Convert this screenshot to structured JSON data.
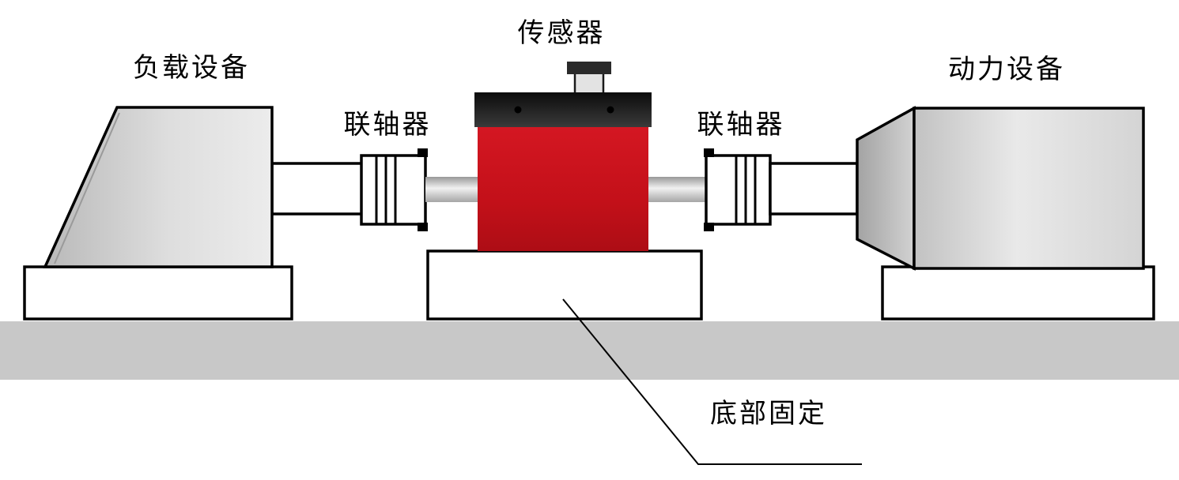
{
  "diagram": {
    "labels": {
      "sensor": "传感器",
      "load_device": "负载设备",
      "coupling_left": "联轴器",
      "coupling_right": "联轴器",
      "power_device": "动力设备",
      "bottom_fixed": "底部固定"
    },
    "colors": {
      "sensor_body_red": "#c8101c",
      "sensor_top_dark": "#1f1f1f",
      "ground_gray": "#c8c8c8",
      "machine_gray": "#d6d6d6",
      "shaft_silver": "#dcdcdc",
      "outline_black": "#000000",
      "background": "#ffffff"
    }
  }
}
